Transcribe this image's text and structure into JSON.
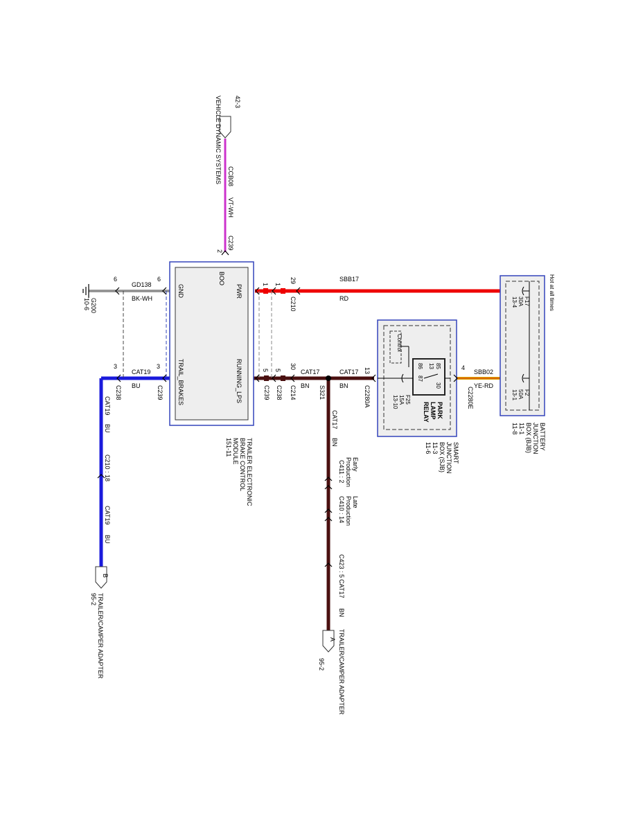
{
  "modules": {
    "tebcm": {
      "name_line1": "TRAILER ELECTRONIC",
      "name_line2": "BRAKE CONTROL",
      "name_line3": "MODULE",
      "ref": "151-11",
      "pins": {
        "boo": "BOO",
        "pwr": "PWR",
        "gnd": "GND",
        "running_lps": "RUNNING_LPS",
        "trail_brakes": "TRAIL_BRAKES"
      }
    },
    "sjb": {
      "name_line1": "SMART",
      "name_line2": "JUNCTION",
      "name_line3": "BOX (SJB)",
      "ref1": "11-3",
      "ref2": "11-6",
      "control_label": "Control",
      "fuse": {
        "name": "F25",
        "rating": "15A",
        "ref": "13-10"
      },
      "relay": {
        "label1": "PARK",
        "label2": "LAMP",
        "label3": "RELAY",
        "pin85": "85",
        "pin86": "86",
        "pin87": "87",
        "pin30": "30",
        "pin_x": "13"
      }
    },
    "bjb": {
      "hot_label": "Hot at all times",
      "name_line1": "BATTERY",
      "name_line2": "JUNCTION",
      "name_line3": "BOX (BJB)",
      "ref1": "11-1",
      "ref2": "11-8",
      "fuse_a": {
        "name": "F17",
        "rating": "30A",
        "ref": "13-4"
      },
      "fuse_b": {
        "name": "F2",
        "rating": "50A",
        "ref": "13-1"
      }
    },
    "vds": {
      "name": "VEHICLE DYNAMIC SYSTEMS",
      "ref": "42-3"
    }
  },
  "offpage": {
    "a": {
      "letter": "A",
      "name": "TRAILER/CAMPER ADAPTER",
      "ref": "95-2"
    },
    "b": {
      "letter": "B",
      "name": "TRAILER/CAMPER ADAPTER",
      "ref": "95-2"
    }
  },
  "ground": {
    "name": "G200",
    "ref": "10-6"
  },
  "circuits": {
    "ccb08": {
      "id": "CCB08",
      "color": "VT-WH"
    },
    "sbb17": {
      "id": "SBB17",
      "color": "RD"
    },
    "gd138": {
      "id": "GD138",
      "color": "BK-WH"
    },
    "cat17": {
      "id": "CAT17",
      "color": "BN"
    },
    "cat19": {
      "id": "CAT19",
      "color": "BU"
    },
    "sbb02": {
      "id": "SBB02",
      "color": "YE-RD"
    }
  },
  "connectors": {
    "c239": "C239",
    "c210": "C210",
    "c238": "C238",
    "c214": "C214",
    "s321": "S321",
    "c2280a": "C2280A",
    "c2280e": "C2280E",
    "c210_18": "C210 : 18",
    "c411": "C411 : 2",
    "c410": "C410 : 14",
    "c423": "C423 : 5",
    "early_line1": "Early",
    "early_line2": "Production",
    "late_line1": "Late",
    "late_line2": "Production"
  },
  "pins": {
    "p2": "2",
    "p1": "1",
    "p29": "29",
    "p6": "6",
    "p5": "5",
    "p30": "30",
    "p3": "3",
    "p13": "13",
    "p4": "4"
  },
  "wire_colors": {
    "violet_white": "#cc33cc",
    "red": "#ee0000",
    "brown": "#4a1010",
    "blue": "#1a1adc",
    "yellow_red": "#e0a000",
    "module_border": "#3344bb",
    "module_fill": "#eeeeee"
  }
}
